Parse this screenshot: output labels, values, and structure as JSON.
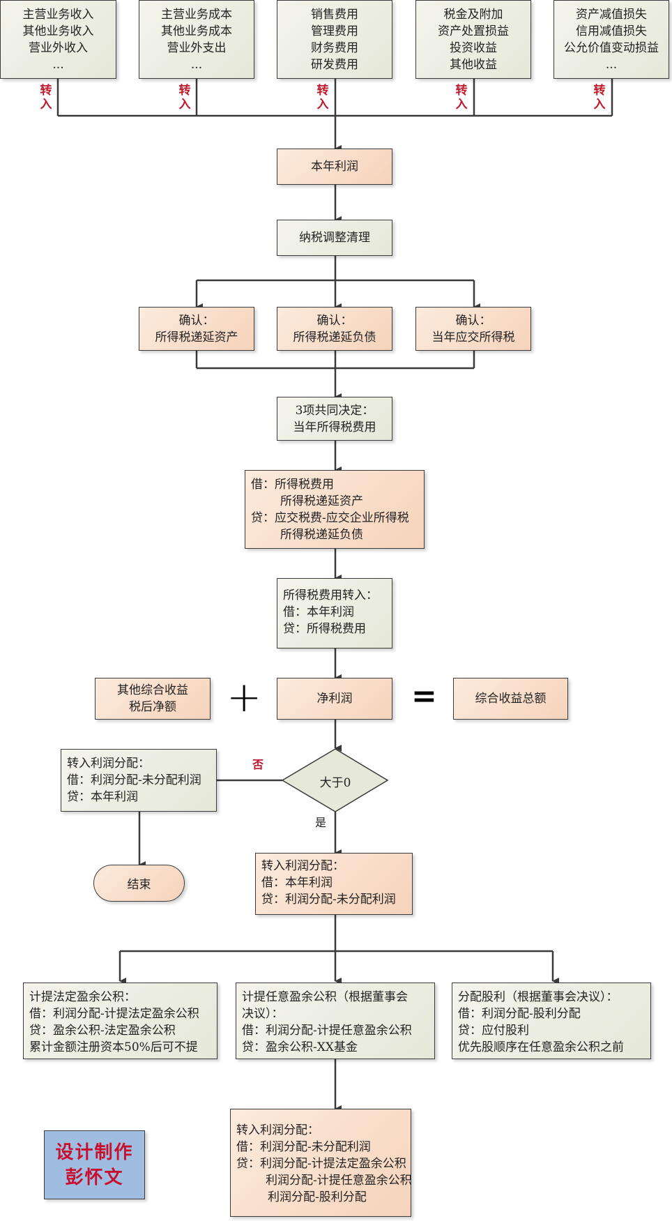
{
  "source_boxes": [
    {
      "lines": [
        "主营业务收入",
        "其他业务收入",
        "营业外收入",
        "..."
      ]
    },
    {
      "lines": [
        "主营业务成本",
        "其他业务成本",
        "营业外支出",
        "..."
      ]
    },
    {
      "lines": [
        "销售费用",
        "管理费用",
        "财务费用",
        "研发费用"
      ]
    },
    {
      "lines": [
        "税金及附加",
        "资产处置损益",
        "投资收益",
        "其他收益"
      ]
    },
    {
      "lines": [
        "资产减值损失",
        "信用减值损失",
        "公允价值变动损益",
        "..."
      ]
    }
  ],
  "transfer_label": [
    "转",
    "入"
  ],
  "current_year_profit": "本年利润",
  "tax_adjustment": "纳税调整清理",
  "confirm_boxes": [
    {
      "lines": [
        "确认：",
        "所得税递延资产"
      ]
    },
    {
      "lines": [
        "确认：",
        "所得税递延负债"
      ]
    },
    {
      "lines": [
        "确认：",
        "当年应交所得税"
      ]
    }
  ],
  "tax_expense_decision": {
    "lines": [
      "3项共同决定：",
      "当年所得税费用"
    ]
  },
  "tax_entry": {
    "lines": [
      "借：所得税费用",
      "所得税递延资产",
      "贷：应交税费-应交企业所得税",
      "所得税递延负债"
    ]
  },
  "tax_expense_transfer": {
    "lines": [
      "所得税费用转入：",
      "借：本年利润",
      "贷：所得税费用"
    ]
  },
  "oci_box": {
    "lines": [
      "其他综合收益",
      "税后净额"
    ]
  },
  "plus_sign": "+",
  "net_profit": "净利润",
  "equals_sign": "=",
  "total_comprehensive_income": "综合收益总额",
  "decision": {
    "label": "大于0",
    "no_label": "否",
    "yes_label": "是"
  },
  "loss_transfer": {
    "lines": [
      "转入利润分配：",
      "借：利润分配-未分配利润",
      "贷：本年利润"
    ]
  },
  "end_terminal": "结束",
  "profit_transfer": {
    "lines": [
      "转入利润分配：",
      "借：本年利润",
      "贷：利润分配-未分配利润"
    ]
  },
  "distribution_boxes": [
    {
      "lines": [
        "计提法定盈余公积：",
        "借：利润分配-计提法定盈余公积",
        "贷：盈余公积-法定盈余公积",
        "累计金额注册资本50%后可不提"
      ]
    },
    {
      "lines": [
        "计提任意盈余公积（根据董事会",
        "决议）：",
        "借：利润分配-计提任意盈余公积",
        "贷：盈余公积-XX基金"
      ]
    },
    {
      "lines": [
        "分配股利（根据董事会决议）：",
        "借：利润分配-股利分配",
        "贷：应付股利",
        "优先股顺序在任意盈余公积之前"
      ]
    }
  ],
  "final_transfer": {
    "lines": [
      "转入利润分配：",
      "借：利润分配-未分配利润",
      "贷：利润分配-计提法定盈余公积",
      "利润分配-计提任意盈余公积",
      "利润分配-股利分配"
    ]
  },
  "credit": {
    "lines": [
      "设计制作",
      "彭怀文"
    ]
  },
  "colors": {
    "green_box": "#e8eadc",
    "peach_box": "#f8dcc6",
    "credit_box": "#9ebde0",
    "red_text": "#c0182b",
    "line": "#3a3a3a"
  }
}
